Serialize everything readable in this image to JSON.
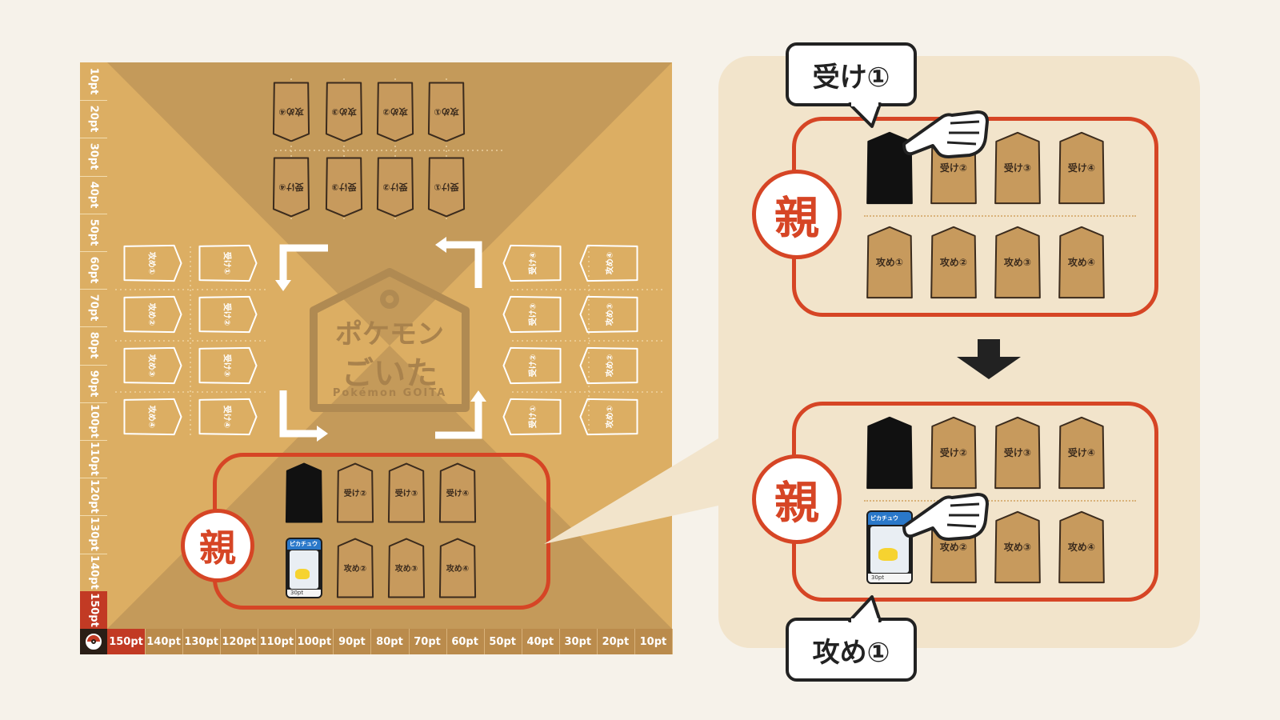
{
  "score_track": {
    "vertical": [
      "10pt",
      "20pt",
      "30pt",
      "40pt",
      "50pt",
      "60pt",
      "70pt",
      "80pt",
      "90pt",
      "100pt",
      "110pt",
      "120pt",
      "130pt",
      "140pt",
      "150pt"
    ],
    "horizontal": [
      "150pt",
      "140pt",
      "130pt",
      "120pt",
      "110pt",
      "100pt",
      "90pt",
      "80pt",
      "70pt",
      "60pt",
      "50pt",
      "40pt",
      "30pt",
      "20pt",
      "10pt"
    ],
    "active": "150pt",
    "icon": "pokeball-icon"
  },
  "board": {
    "top_row_1": [
      "攻め④",
      "攻め③",
      "攻め②",
      "攻め①"
    ],
    "top_row_2": [
      "受け④",
      "受け③",
      "受け②",
      "受け①"
    ],
    "left_col_outer": [
      "攻め①",
      "攻め②",
      "攻め③",
      "攻め④"
    ],
    "left_col_inner": [
      "受け①",
      "受け②",
      "受け③",
      "受け④"
    ],
    "right_col_inner": [
      "受け④",
      "受け③",
      "受け②",
      "受け①"
    ],
    "right_col_outer": [
      "攻め④",
      "攻め③",
      "攻め②",
      "攻め①"
    ],
    "player_row_1": [
      "",
      "受け②",
      "受け③",
      "受け④"
    ],
    "player_row_2": [
      "",
      "攻め②",
      "攻め③",
      "攻め④"
    ],
    "parent_label": "親",
    "logo": {
      "line1": "ポケモン",
      "line2": "ごいた",
      "line3": "Pokémon GOITA"
    }
  },
  "panel": {
    "callout_top": "受け①",
    "callout_bottom": "攻め①",
    "parent_label": "親",
    "before": {
      "row_1": [
        "",
        "受け②",
        "受け③",
        "受け④"
      ],
      "row_2": [
        "攻め①",
        "攻め②",
        "攻め③",
        "攻め④"
      ]
    },
    "after": {
      "row_1": [
        "",
        "受け②",
        "受け③",
        "受け④"
      ],
      "row_2": [
        "",
        "攻め②",
        "攻め③",
        "攻め④"
      ]
    },
    "card": {
      "name": "ピカチュウ",
      "points": "30pt"
    }
  },
  "colors": {
    "board_light": "#dcae63",
    "board_dark": "#ba8b4c",
    "piece": "#c79a5d",
    "accent_red": "#d64525",
    "panel_bg": "#f2e4cb"
  }
}
